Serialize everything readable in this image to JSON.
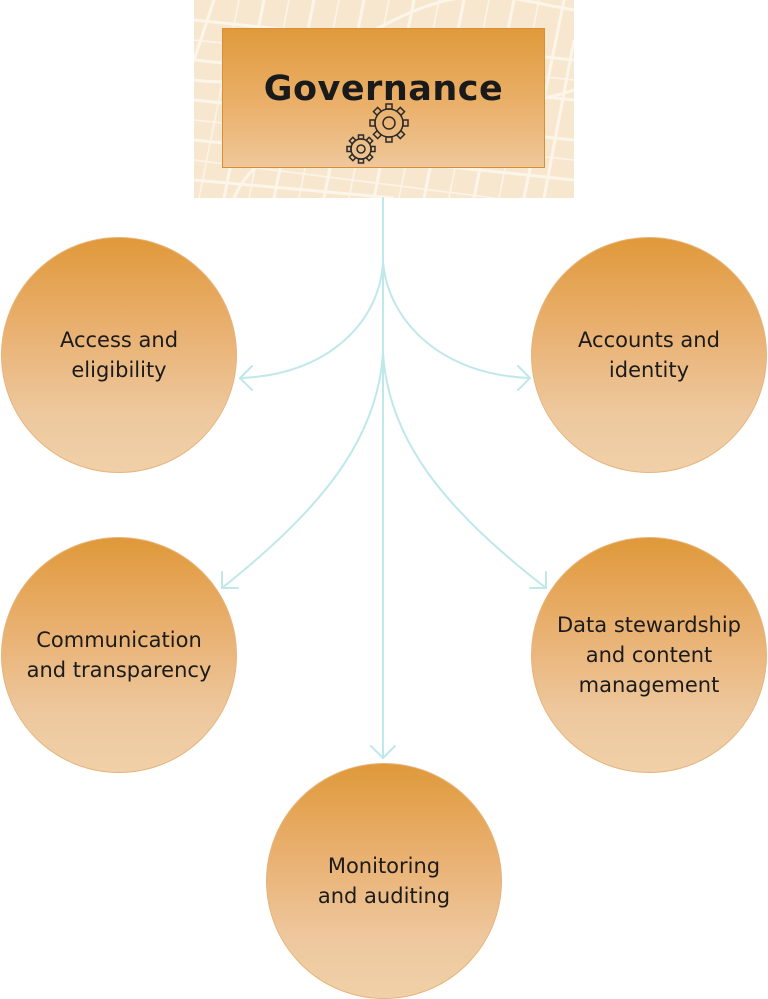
{
  "title": "Governance",
  "title_icon": "gears-icon",
  "colors": {
    "node_top": "#e0993a",
    "node_bottom": "#f0d0a8",
    "connector": "#bfe8ea",
    "map_background": "#f8e7cf"
  },
  "nodes": [
    {
      "label": "Access and\neligibility"
    },
    {
      "label": "Accounts and\nidentity"
    },
    {
      "label": "Communication\nand transparency"
    },
    {
      "label": "Data stewardship\nand content\nmanagement"
    },
    {
      "label": "Monitoring\nand auditing"
    }
  ]
}
